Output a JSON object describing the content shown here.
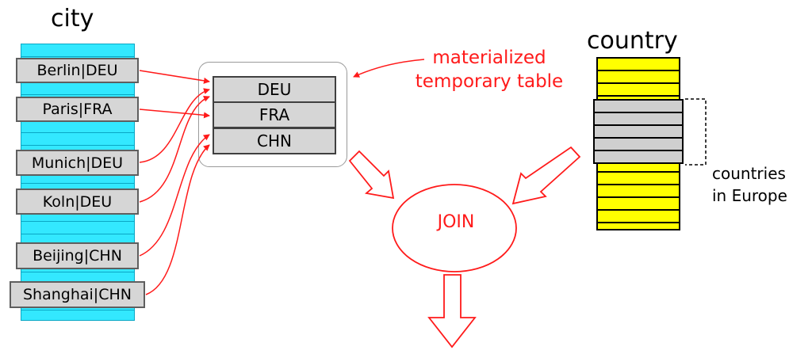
{
  "city": {
    "title": "city",
    "rows": [
      "Berlin|DEU",
      "Paris|FRA",
      "Munich|DEU",
      "Koln|DEU",
      "Beijing|CHN",
      "Shanghai|CHN"
    ]
  },
  "temp_table": {
    "rows": [
      "DEU",
      "FRA",
      "CHN"
    ],
    "label_line1": "materialized",
    "label_line2": "temporary table"
  },
  "country": {
    "title": "country",
    "group_label_line1": "countries",
    "group_label_line2": "in Europe"
  },
  "join": {
    "label": "JOIN"
  },
  "colors": {
    "city_fill": "#33e8ff",
    "country_fill": "#ffff00",
    "cell_fill": "#d6d6d6",
    "accent_red": "#ff1a1a"
  }
}
